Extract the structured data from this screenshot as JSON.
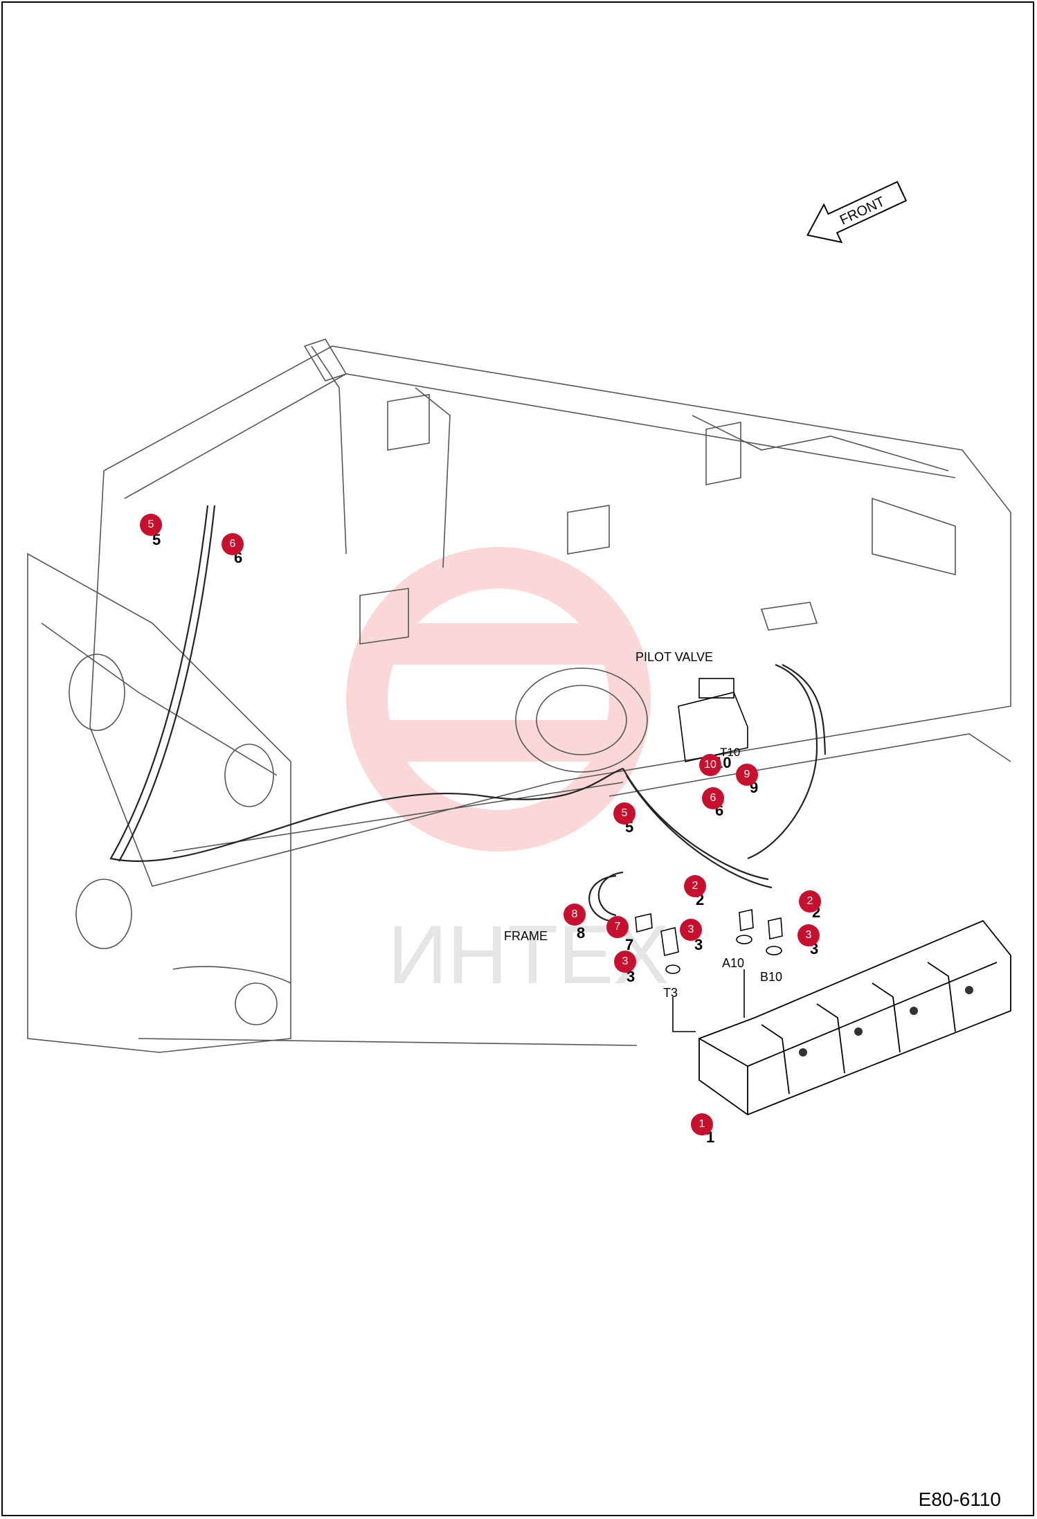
{
  "labels": {
    "front": "FRONT",
    "pilot_valve": "PILOT VALVE",
    "frame": "FRAME",
    "port_a10": "A10",
    "port_b10": "B10",
    "port_t3": "T3",
    "port_t10": "T10",
    "drawing_code": "E80-6110"
  },
  "watermark": {
    "text": "ИНТЕХ",
    "color": "#f2b3b3"
  },
  "callout_color": "#c8102e",
  "callouts": [
    "5",
    "6",
    "10",
    "9",
    "6",
    "5",
    "2",
    "2",
    "8",
    "7",
    "3",
    "3",
    "3",
    "1"
  ],
  "part_numbers": [
    "5",
    "6",
    "10",
    "9",
    "6",
    "5",
    "2",
    "2",
    "8",
    "7",
    "3",
    "3",
    "3",
    "1"
  ]
}
